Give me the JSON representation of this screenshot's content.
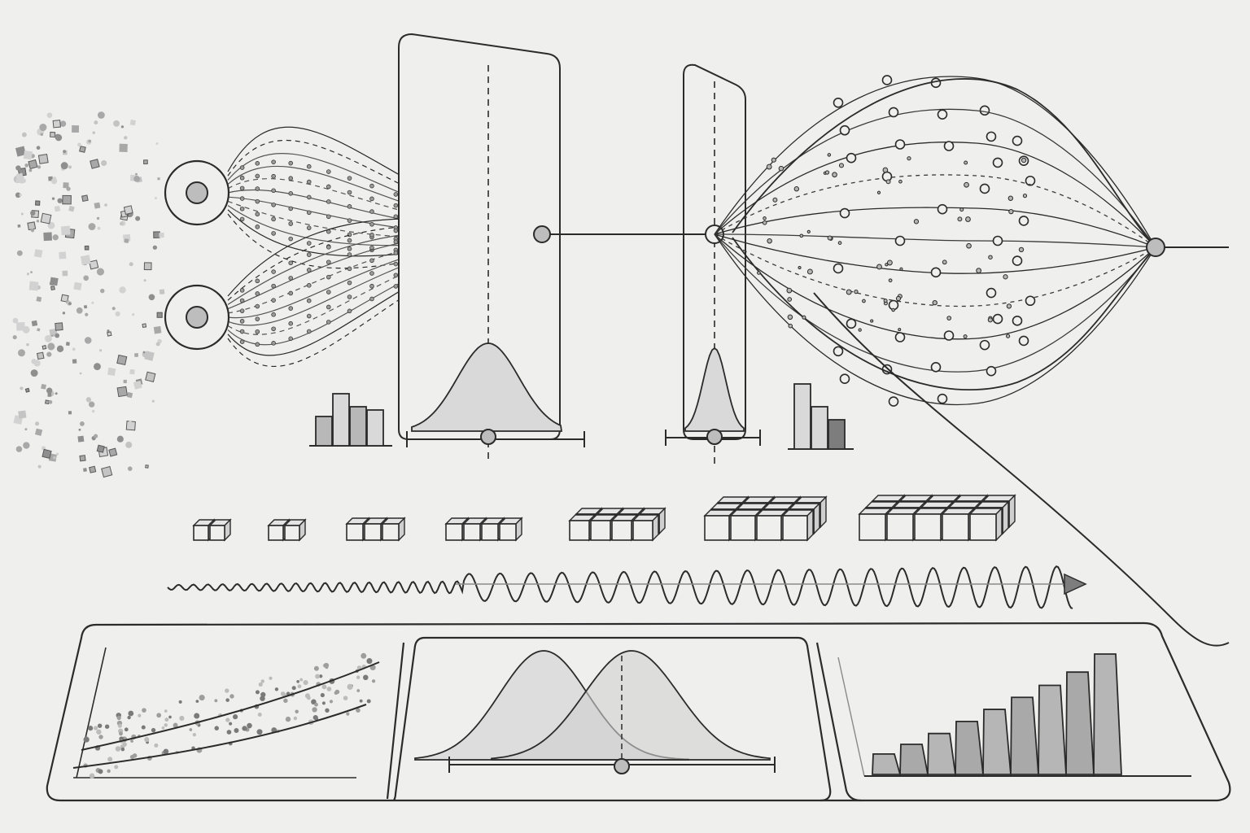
{
  "colors": {
    "paper": "#efefee",
    "ink": "#2b2b2b",
    "ink_soft": "#8a8a8a",
    "fill_light": "#d9d9d9",
    "fill_mid": "#b8b8b8",
    "fill_dark": "#7d7d7d",
    "node_fill": "#bdbdbd"
  },
  "icons": {
    "source_nodes": [
      "target-node-icon",
      "target-node-icon"
    ],
    "pipeline_nodes": [
      "junction-node-icon",
      "junction-node-icon",
      "output-node-icon"
    ],
    "waveform_arrow": "arrow-right-icon"
  },
  "block_groups": [
    {
      "count": 2,
      "layers": 1
    },
    {
      "count": 2,
      "layers": 1
    },
    {
      "count": 3,
      "layers": 1
    },
    {
      "count": 4,
      "layers": 1
    },
    {
      "count": 4,
      "layers": 2
    },
    {
      "count": 4,
      "layers": 3
    },
    {
      "count": 5,
      "layers": 3
    }
  ],
  "mini_histograms": [
    {
      "values": [
        0.45,
        0.8,
        0.6,
        0.55
      ]
    },
    {
      "values": [
        1.0,
        0.65,
        0.45
      ]
    }
  ],
  "panels": [
    {
      "kind": "scatter-with-curves"
    },
    {
      "kind": "overlapping-distributions"
    },
    {
      "kind": "increasing-bars",
      "values": [
        0.17,
        0.25,
        0.34,
        0.44,
        0.54,
        0.64,
        0.74,
        0.85,
        1.0
      ]
    }
  ]
}
